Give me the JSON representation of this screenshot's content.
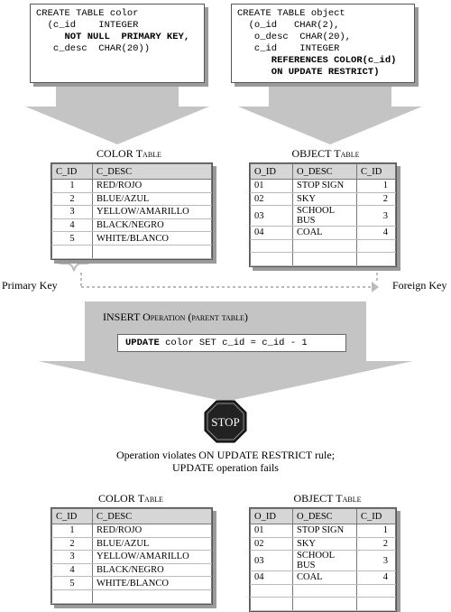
{
  "color_ddl": [
    "CREATE TABLE color",
    "  (c_id    INTEGER",
    "     NOT NULL  PRIMARY KEY,",
    "   c_desc  CHAR(20))"
  ],
  "object_ddl": [
    "CREATE TABLE object",
    "  (o_id   CHAR(2),",
    "   o_desc  CHAR(20),",
    "   c_id    INTEGER",
    "      REFERENCES COLOR(c_id)",
    "      ON UPDATE RESTRICT)"
  ],
  "color_table": {
    "title_main": "COLOR",
    "title_suffix": "Table",
    "headers": [
      "C_ID",
      "C_DESC"
    ],
    "rows": [
      [
        "1",
        "RED/ROJO"
      ],
      [
        "2",
        "BLUE/AZUL"
      ],
      [
        "3",
        "YELLOW/AMARILLO"
      ],
      [
        "4",
        "BLACK/NEGRO"
      ],
      [
        "5",
        "WHITE/BLANCO"
      ]
    ]
  },
  "object_table": {
    "title_main": "OBJECT",
    "title_suffix": "Table",
    "headers": [
      "O_ID",
      "O_DESC",
      "C_ID"
    ],
    "rows": [
      [
        "01",
        "STOP SIGN",
        "1"
      ],
      [
        "02",
        "SKY",
        "2"
      ],
      [
        "03",
        "SCHOOL BUS",
        "3"
      ],
      [
        "04",
        "COAL",
        "4"
      ]
    ]
  },
  "labels": {
    "primary_key": "Primary Key",
    "foreign_key": "Foreign Key"
  },
  "insert_box": {
    "title_main": "INSERT",
    "title_rest": "Operation (parent table)",
    "keyword": "UPDATE",
    "statement": " color SET c_id = c_id - 1"
  },
  "stop_sign": "STOP",
  "message": {
    "line1": "Operation violates ON UPDATE RESTRICT rule;",
    "line2": "UPDATE operation fails"
  },
  "colors": {
    "arrow_gray": "#c4c4c4",
    "header_gray": "#d6d6d6",
    "stop_fill": "#222222"
  }
}
